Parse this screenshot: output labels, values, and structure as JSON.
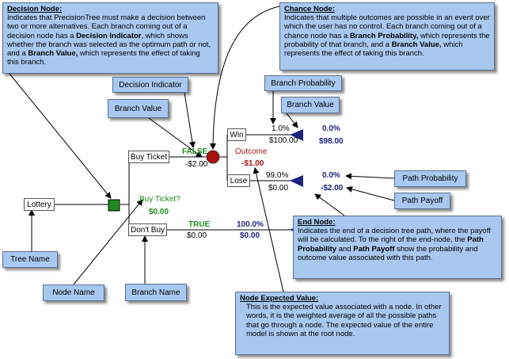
{
  "callouts": {
    "decision_node": {
      "title": "Decision Node:",
      "t1": "Indicates that PrecisionTree must make a decision between two or more alternatives.  Each branch coming out of a decision node has a ",
      "b1": "Decision Indicator",
      "t2": ", which shows whether the branch was selected as the optimum path or not, and a ",
      "b2": "Branch Value,",
      "t3": " which represents the effect of taking this branch."
    },
    "chance_node": {
      "title": "Chance Node:",
      "t1": "Indicates that multiple outcomes are possible in an event over which the user has no control.  Each branch coming out of a chance node has a ",
      "b1": "Branch Probability,",
      "t2": " which represents the probability of that branch, and a ",
      "b2": "Branch Value,",
      "t3": " which represents the effect of taking this branch."
    },
    "end_node": {
      "title": "End Node:",
      "t1": "Indicates the end of a decision tree path, where the payoff will be calculated.  To the right of the end-node, the ",
      "b1": "Path Probability",
      "t2": " and ",
      "b2": "Path Payoff",
      "t3": " show the probability and outcome value associated with this path."
    },
    "node_expected_value": {
      "title": "Node Expected Value:",
      "t1": "This is the expected value associated with a node.  In other words, it is the weighted average of all the possible paths that go through a node.  The expected value of the entire model is shown at the root node."
    }
  },
  "tags": {
    "decision_indicator": "Decision Indicator",
    "branch_value_left": "Branch Value",
    "branch_probability": "Branch Probability",
    "branch_value_right": "Branch Value",
    "path_probability": "Path Probability",
    "path_payoff": "Path Payoff",
    "tree_name": "Tree Name",
    "node_name": "Node Name",
    "branch_name": "Branch Name"
  },
  "tree": {
    "root_name": "Lottery",
    "decision_name": "Buy Ticket?",
    "decision_value": "$0.00",
    "buy_ticket": {
      "name": "Buy Ticket",
      "indicator": "FALSE",
      "value": "-$2.00"
    },
    "dont_buy": {
      "name": "Don't Buy",
      "indicator": "TRUE",
      "value": "$0.00",
      "path_prob": "100.0%",
      "path_payoff": "$0.00"
    },
    "chance_name": "Outcome",
    "chance_value": "-$1.00",
    "win": {
      "name": "Win",
      "prob": "1.0%",
      "value": "$100.00",
      "path_prob": "0.0%",
      "path_payoff": "$98.00"
    },
    "lose": {
      "name": "Lose",
      "prob": "99.0%",
      "value": "$0.00",
      "path_prob": "0.0%",
      "path_payoff": "-$2.00"
    }
  },
  "colors": {
    "callout_bg": "#a8c8f0",
    "decision_node": "#1e8a1e",
    "chance_node": "#aa1111",
    "end_node": "#1c2380"
  }
}
